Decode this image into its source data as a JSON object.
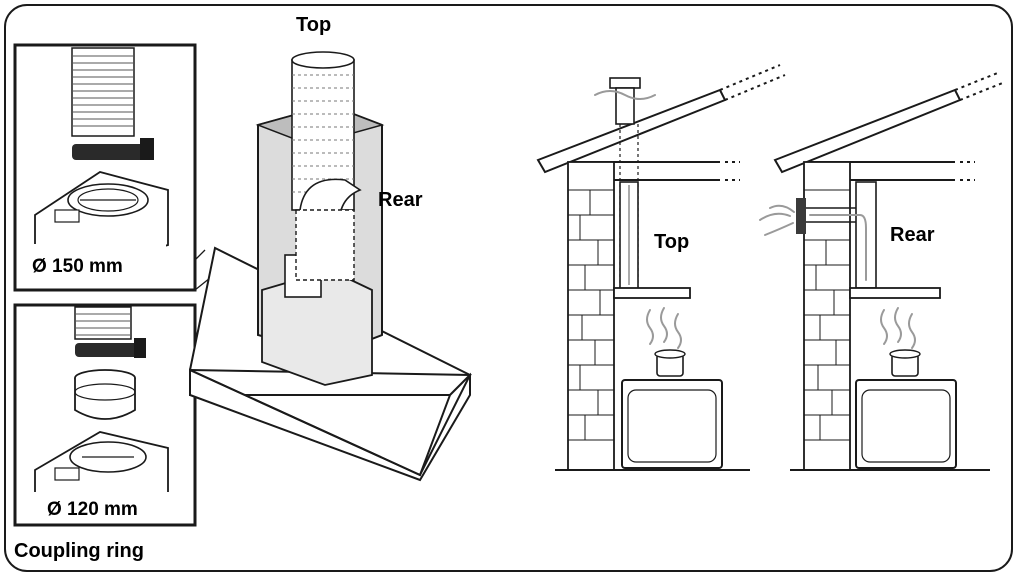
{
  "labels": {
    "top_main": "Top",
    "rear_main": "Rear",
    "diameter_150": "Ø 150 mm",
    "diameter_120": "Ø 120 mm",
    "coupling_ring": "Coupling ring",
    "top_house": "Top",
    "rear_house": "Rear"
  }
}
